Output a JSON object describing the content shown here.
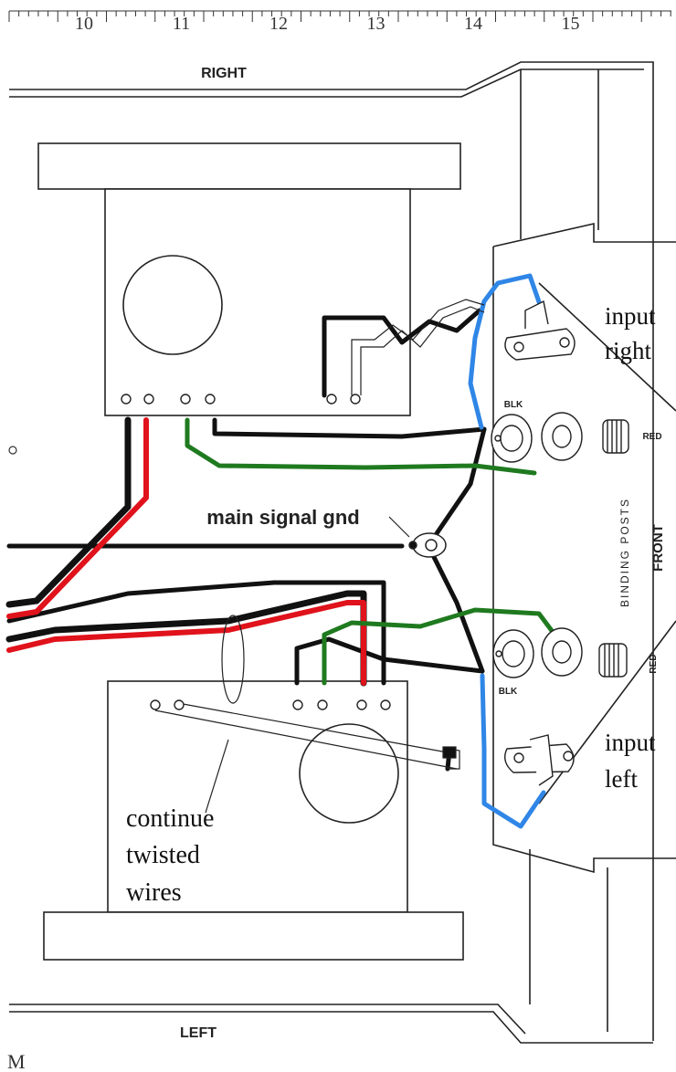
{
  "ruler": {
    "numbers": [
      "10",
      "11",
      "12",
      "13",
      "14",
      "15"
    ]
  },
  "labels": {
    "right": "RIGHT",
    "left": "LEFT",
    "front": "FRONT",
    "binding_posts": "BINDING  POSTS",
    "blk_top": "BLK",
    "blk_bottom": "BLK",
    "red_top": "RED",
    "red_bottom": "RED",
    "main_signal_gnd": "main signal gnd",
    "input_right_1": "input",
    "input_right_2": "right",
    "input_left_1": "input",
    "input_left_2": "left",
    "note_line1": "continue",
    "note_line2": "twisted",
    "note_line3": "wires",
    "corner_mark": "M"
  },
  "colors": {
    "black_wire": "#111111",
    "red_wire": "#e0121b",
    "green_wire": "#1f7a1f",
    "blue_wire": "#2f86e6",
    "line": "#222222"
  }
}
